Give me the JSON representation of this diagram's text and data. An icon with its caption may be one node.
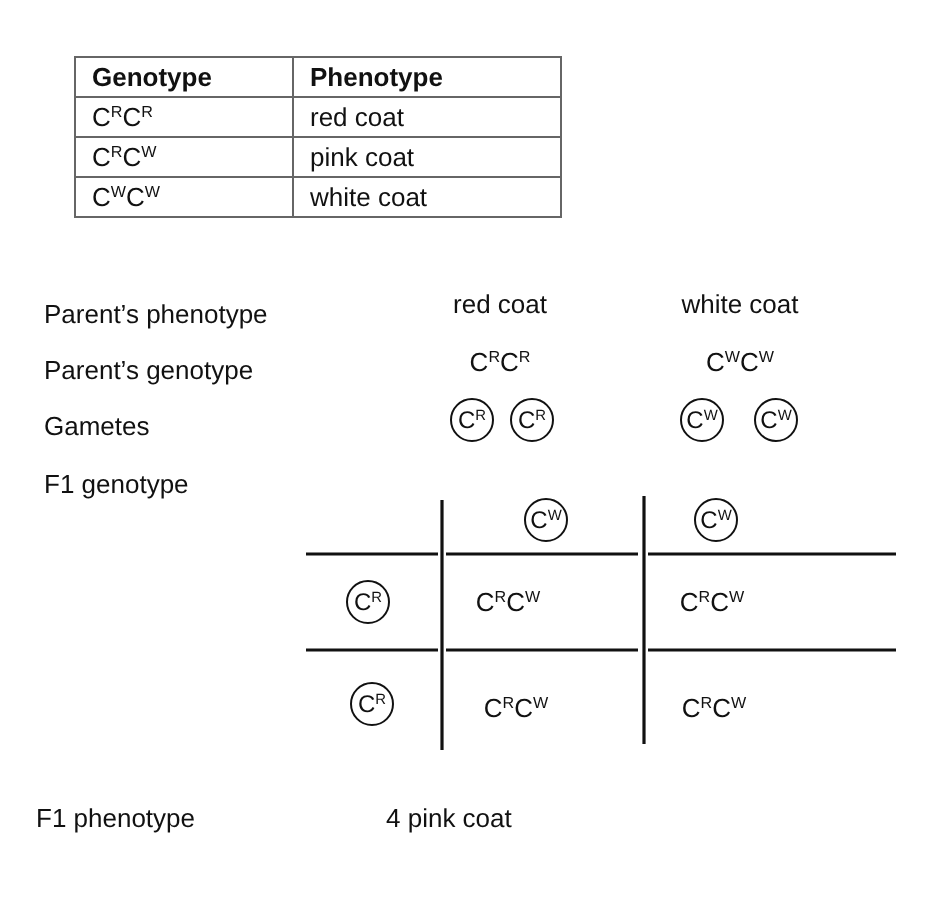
{
  "diagram": {
    "nodes": [
      {
        "text": [
          "C$^{R}$"
        ]
      },
      {
        "text": [
          "C$^{R}$"
        ]
      },
      {
        "text": [
          "C$^{W}$"
        ]
      },
      {
        "text": [
          "C$^{W}$"
        ]
      },
      {
        "text": [
          "C$^{W}$"
        ]
      },
      {
        "text": [
          "C$^{W}$"
        ]
      },
      {
        "text": [
          "C$^{R}$"
        ]
      },
      {
        "text": [
          "C$^{R}$"
        ]
      }
    ],
    "labels": [
      "Genotype",
      "Phenotype",
      "C$^{R}$C$^{R}$",
      "red coat",
      "C$^{R}$C$^{W}$",
      "pink coat",
      "C$^{W}$C$^{W}$",
      "white coat",
      "Parent’s phenotype",
      "red coat",
      "white coat",
      "Parent’s genotype",
      "C$^{R}$C$^{R}$",
      "C$^{W}$C$^{W}$",
      "Gametes",
      "F1 genotype",
      "C$^{R}$C$^{W}$",
      "C$^{R}$C$^{W}$",
      "C$^{R}$C$^{W}$",
      "C$^{R}$C$^{W}$",
      "F1 phenotype",
      "4 pink coat"
    ]
  }
}
